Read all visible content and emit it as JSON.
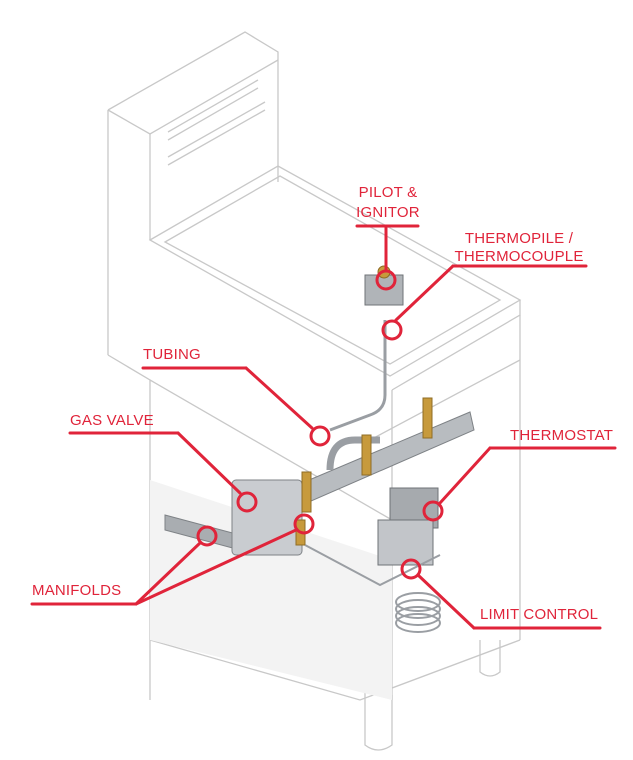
{
  "colors": {
    "accent": "#e0243a",
    "outline": "#c8c8c8",
    "steel": "#9a9ea3",
    "brass": "#c79a3c"
  },
  "labels": {
    "pilot_line1": "PILOT &",
    "pilot_line2": "IGNITOR",
    "thermopile_line1": "THERMOPILE /",
    "thermopile_line2": "THERMOCOUPLE",
    "tubing": "TUBING",
    "gas_valve": "GAS VALVE",
    "thermostat": "THERMOSTAT",
    "manifolds": "MANIFOLDS",
    "limit_control": "LIMIT CONTROL"
  }
}
